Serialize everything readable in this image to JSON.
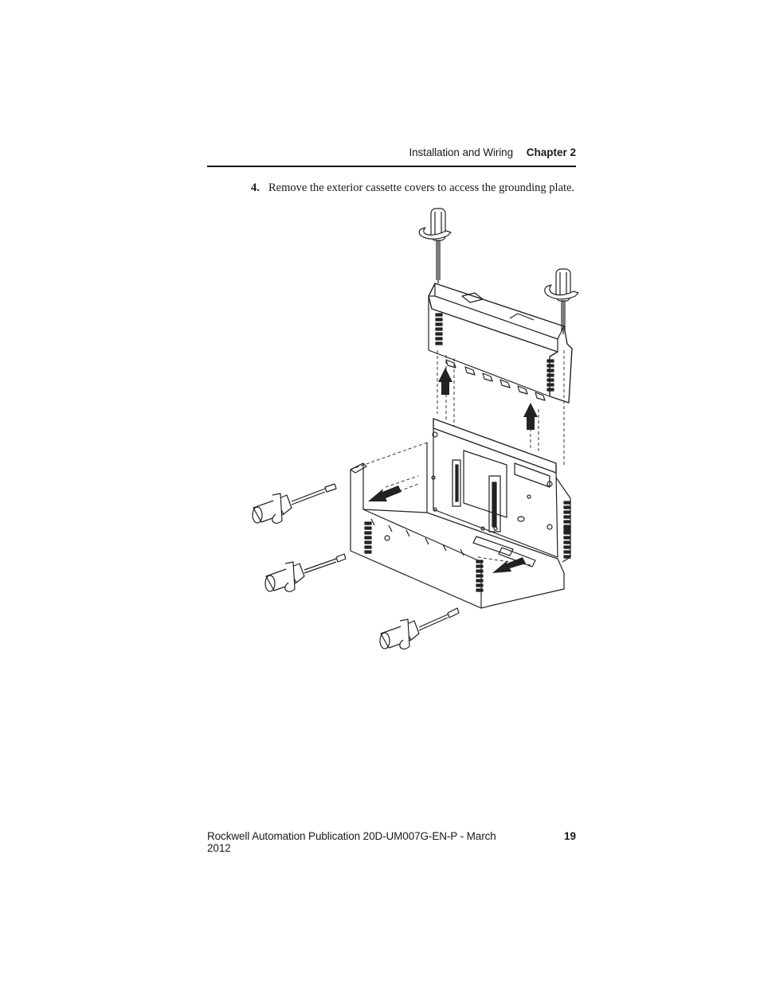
{
  "header": {
    "section": "Installation and Wiring",
    "chapter": "Chapter 2"
  },
  "step": {
    "number": "4.",
    "text": "Remove the exterior cassette covers to access the grounding plate."
  },
  "figure": {
    "icons": [
      "screwdriver-icon",
      "up-arrow-icon",
      "left-arrow-icon"
    ]
  },
  "footer": {
    "publication": "Rockwell Automation Publication 20D-UM007G-EN-P - March 2012",
    "page": "19"
  }
}
